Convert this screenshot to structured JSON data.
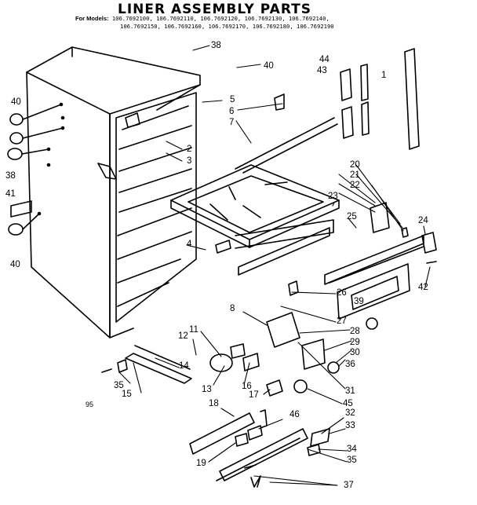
{
  "title": "LINER ASSEMBLY PARTS",
  "models_label": "For Models:",
  "model_line_1": "106.7692100, 106.7692110, 106.7692120, 106.7692130, 106.7692140,",
  "model_line_2": "106.7692150, 106.7692160, 106.7692170, 106.7692180, 106.7692190",
  "page_code": "95",
  "callouts": [
    "1",
    "2",
    "3",
    "4",
    "5",
    "6",
    "7",
    "8",
    "11",
    "12",
    "13",
    "14",
    "15",
    "16",
    "17",
    "18",
    "19",
    "20",
    "21",
    "22",
    "23",
    "24",
    "25",
    "26",
    "27",
    "28",
    "29",
    "30",
    "31",
    "32",
    "33",
    "34",
    "35",
    "36",
    "37",
    "38",
    "39",
    "40",
    "41",
    "42",
    "43",
    "44",
    "45",
    "46"
  ],
  "callout_labels": {
    "c38_top": "38",
    "c40_top": "40",
    "c44": "44",
    "c43": "43",
    "c1": "1",
    "c40_left": "40",
    "c38_left": "38",
    "c41": "41",
    "c40_bottom": "40",
    "c5": "5",
    "c6": "6",
    "c7": "7",
    "c2": "2",
    "c3": "3",
    "c4": "4",
    "c20": "20",
    "c21": "21",
    "c22": "22",
    "c23": "23",
    "c25": "25",
    "c24": "24",
    "c42": "42",
    "c26": "26",
    "c27": "27",
    "c28": "28",
    "c8": "8",
    "c39": "39",
    "c29": "29",
    "c30": "30",
    "c36": "36",
    "c31": "31",
    "c45": "45",
    "c11": "11",
    "c12": "12",
    "c14": "14",
    "c13": "13",
    "c16": "16",
    "c17": "17",
    "c35_left": "35",
    "c15": "15",
    "c18": "18",
    "c46": "46",
    "c32": "32",
    "c33": "33",
    "c19": "19",
    "c34": "34",
    "c35_right": "35",
    "c37": "37"
  }
}
